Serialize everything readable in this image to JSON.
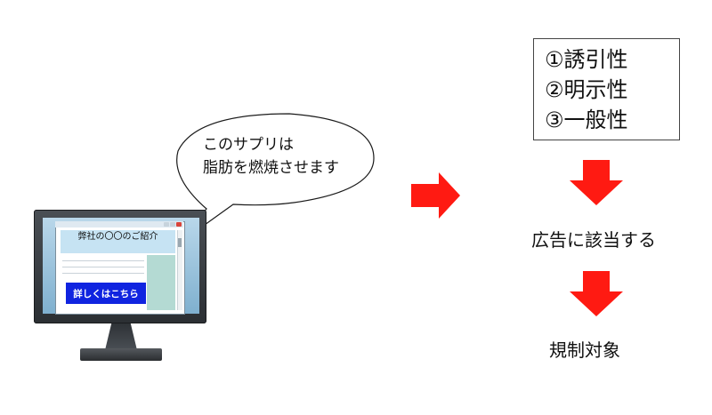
{
  "colors": {
    "arrow": "#ff1a12",
    "cta": "#1024e0",
    "screen": "#7fb0cf",
    "side_panel": "#b4dad3"
  },
  "browser": {
    "page_title": "弊社の〇〇のご紹介",
    "cta_label": "詳しくはこちら"
  },
  "speech_bubble": {
    "line1": "このサプリは",
    "line2": "脂肪を燃焼させます"
  },
  "criteria": [
    {
      "label": "①誘引性"
    },
    {
      "label": "②明示性"
    },
    {
      "label": "③一般性"
    }
  ],
  "results": {
    "step1": "広告に該当する",
    "step2": "規制対象"
  }
}
